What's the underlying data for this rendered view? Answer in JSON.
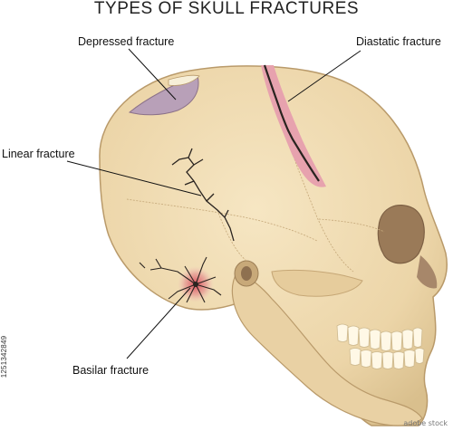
{
  "title": "TYPES OF SKULL FRACTURES",
  "labels": {
    "depressed": "Depressed fracture",
    "diastatic": "Diastatic fracture",
    "linear": "Linear fracture",
    "basilar": "Basilar fracture"
  },
  "stock_id": "1251342849",
  "watermark": "adobe stock",
  "colors": {
    "bone": "#eed9b0",
    "bone_shadow": "#d9bf8d",
    "outline": "#b99a6a",
    "orbit": "#9a7a58",
    "teeth": "#fff8e6",
    "fracture": "#2a2420",
    "injury_red": "#e07a86",
    "depression": "#b8a0b8"
  }
}
